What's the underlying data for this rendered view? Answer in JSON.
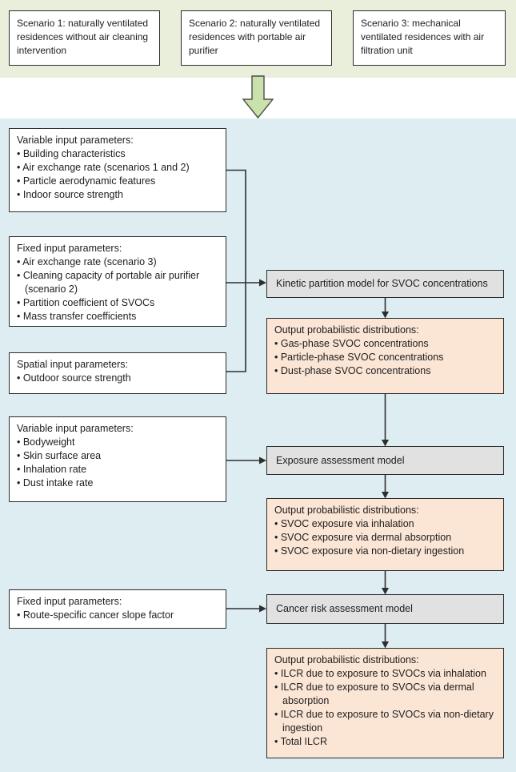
{
  "header": {
    "scenarios": [
      {
        "text": "Scenario 1: naturally ventilated residences without air cleaning intervention"
      },
      {
        "text": "Scenario 2: naturally ventilated residences with portable air purifier"
      },
      {
        "text": "Scenario 3: mechanical ventilated residences with air filtration unit"
      }
    ]
  },
  "flowchart": {
    "input_boxes": [
      {
        "title": "Variable input parameters:",
        "items": [
          "• Building characteristics",
          "• Air exchange rate (scenarios 1 and 2)",
          "• Particle aerodynamic features",
          "• Indoor source strength"
        ]
      },
      {
        "title": "Fixed input parameters:",
        "items": [
          "• Air exchange rate (scenario 3)",
          "• Cleaning capacity of portable air purifier (scenario 2)",
          "• Partition coefficient of SVOCs",
          "• Mass transfer coefficients"
        ]
      },
      {
        "title": "Spatial input parameters:",
        "items": [
          "• Outdoor source strength"
        ]
      },
      {
        "title": "Variable input parameters:",
        "items": [
          "• Bodyweight",
          "• Skin surface area",
          "• Inhalation rate",
          "• Dust intake rate"
        ]
      },
      {
        "title": "Fixed input parameters:",
        "items": [
          "• Route-specific cancer slope factor"
        ]
      }
    ],
    "model_boxes": [
      {
        "label": "Kinetic partition model for SVOC concentrations"
      },
      {
        "label": "Exposure assessment model"
      },
      {
        "label": "Cancer risk assessment model"
      }
    ],
    "output_boxes": [
      {
        "title": "Output probabilistic distributions:",
        "items": [
          "• Gas-phase SVOC concentrations",
          "• Particle-phase SVOC concentrations",
          "• Dust-phase SVOC concentrations"
        ]
      },
      {
        "title": "Output probabilistic distributions:",
        "items": [
          "• SVOC exposure via inhalation",
          "• SVOC exposure via dermal absorption",
          "• SVOC exposure via non-dietary ingestion"
        ]
      },
      {
        "title": "Output probabilistic distributions:",
        "items": [
          "• ILCR due to exposure to SVOCs via inhalation",
          "• ILCR due to exposure to SVOCs via dermal absorption",
          "• ILCR due to exposure to SVOCs via non-dietary ingestion",
          "• Total ILCR"
        ]
      }
    ]
  },
  "colors": {
    "scenario_band_bg": "#e9efdb",
    "panel_bg": "#ddedf2",
    "output_box_bg": "#fbe5d5",
    "model_box_bg": "#e1e1e1",
    "input_box_bg": "#ffffff",
    "box_border": "#2b2b2b",
    "arrow_green_fill": "#c9e1ab",
    "arrow_green_stroke": "#4c4c4c",
    "connector": "#2e2e2e",
    "text": "#1d1d1d"
  }
}
